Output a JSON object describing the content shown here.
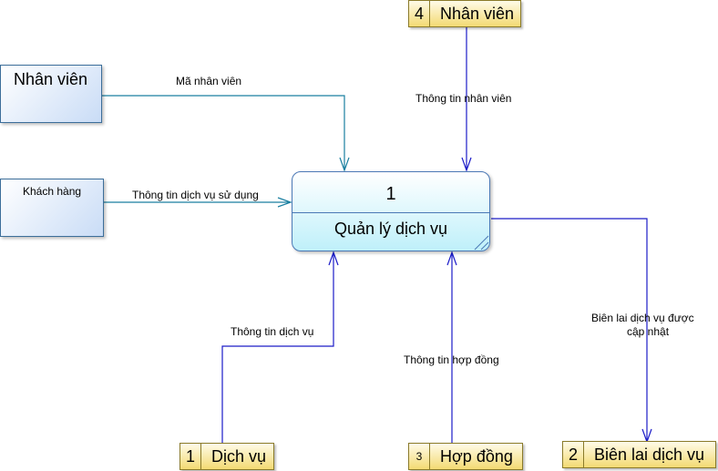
{
  "entities": {
    "nhan_vien": "Nhân viên",
    "khach_hang": "Khách hàng"
  },
  "process": {
    "id": "1",
    "name": "Quản lý dịch vụ"
  },
  "stores": {
    "nhan_vien": {
      "id": "4",
      "name": "Nhân viên"
    },
    "dich_vu": {
      "id": "1",
      "name": "Dịch vụ"
    },
    "hop_dong": {
      "id": "3",
      "name": "Hợp đồng"
    },
    "bien_lai": {
      "id": "2",
      "name": "Biên lai dịch vụ"
    }
  },
  "flows": {
    "ma_nhan_vien": "Mã nhân viên",
    "thong_tin_nhan_vien": "Thông tin nhân viên",
    "thong_tin_dich_vu_su_dung": "Thông tin dịch vụ sử dụng",
    "thong_tin_dich_vu": "Thông tin dịch vụ",
    "thong_tin_hop_dong": "Thông tin hợp đồng",
    "bien_lai_line1": "Biên lai dịch vụ được",
    "bien_lai_line2": "cập nhật"
  },
  "colors": {
    "flow_teal": "#1a7fa0",
    "flow_blue": "#1c1cc8"
  }
}
